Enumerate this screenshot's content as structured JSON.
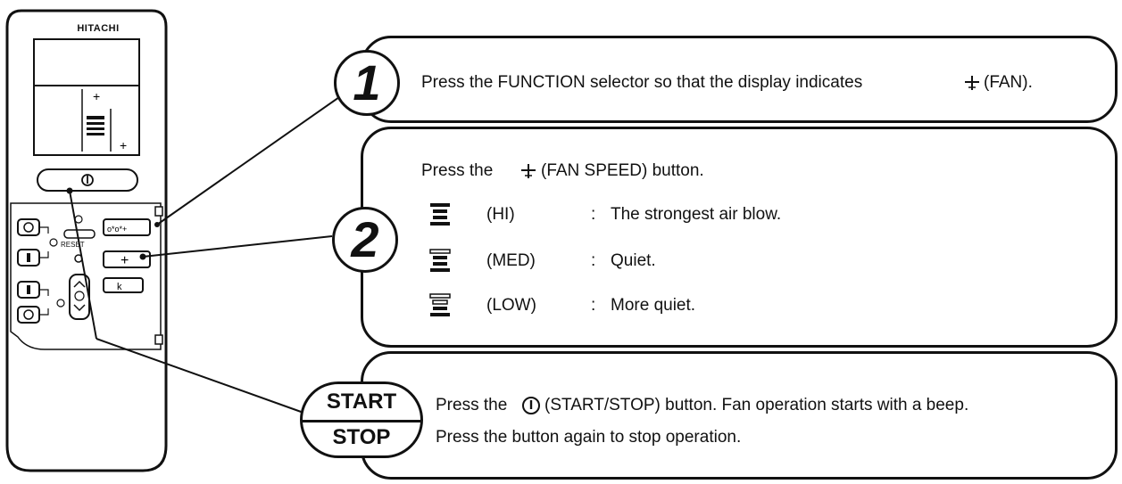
{
  "remote": {
    "brand": "HITACHI",
    "reset_label": "RESET"
  },
  "step1": {
    "number": "1",
    "text_prefix": "Press the FUNCTION selector so that the display indicates",
    "text_suffix": "(FAN)."
  },
  "step2": {
    "number": "2",
    "instruction_prefix": "Press the",
    "instruction_suffix": "(FAN SPEED) button.",
    "speeds": [
      {
        "label": "(HI)",
        "separator": ":",
        "description": "The strongest air blow."
      },
      {
        "label": "(MED)",
        "separator": ":",
        "description": "Quiet."
      },
      {
        "label": "(LOW)",
        "separator": ":",
        "description": "More quiet."
      }
    ]
  },
  "step3": {
    "badge_top": "START",
    "badge_bottom": "STOP",
    "line1_prefix": "Press the",
    "line1_suffix": "(START/STOP) button. Fan operation starts with a beep.",
    "line2": "Press the button again to stop operation."
  }
}
